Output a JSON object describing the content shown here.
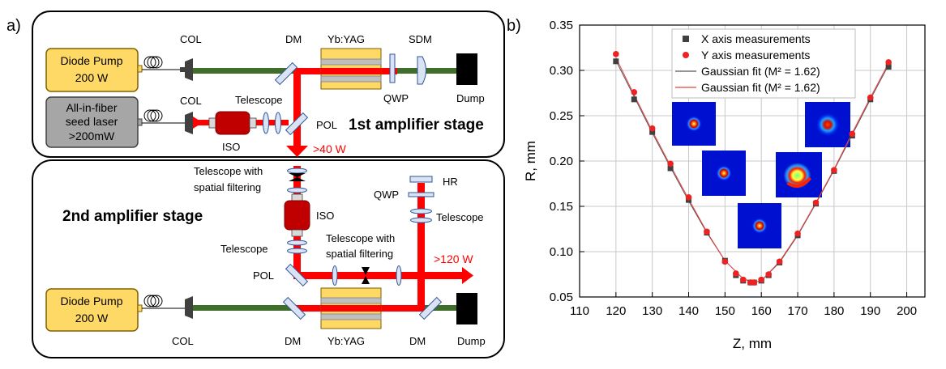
{
  "panel_a": {
    "label": "a)",
    "stage1_title": "1st amplifier stage",
    "stage2_title": "2nd amplifier stage",
    "pump1": {
      "line1": "Diode Pump",
      "line2": "200 W"
    },
    "pump2": {
      "line1": "Diode Pump",
      "line2": "200 W"
    },
    "seed": {
      "line1": "All-in-fiber",
      "line2": "seed laser",
      "line3": ">200mW"
    },
    "labels": {
      "col": "COL",
      "dm": "DM",
      "ybyag": "Yb:YAG",
      "sdm": "SDM",
      "qwp": "QWP",
      "dump": "Dump",
      "telescope": "Telescope",
      "pol": "POL",
      "iso": "ISO",
      "hr": "HR",
      "telescope_spatial_1": "Telescope with",
      "telescope_spatial_2": "spatial filtering"
    },
    "power_40": ">40 W",
    "power_120": ">120 W",
    "colors": {
      "beam_red": "#ff0000",
      "pump_green": "#3f6d2a",
      "pump_box": "#ffd966",
      "seed_box": "#a6a6a6",
      "iso_red": "#c00000",
      "crystal": "#ffd966",
      "optic_blue": "#dae3f3",
      "optic_stroke": "#2f5597"
    }
  },
  "panel_b": {
    "label": "b)",
    "insets": [
      {
        "spot": "round",
        "size": "small"
      },
      {
        "spot": "round",
        "size": "large"
      },
      {
        "spot": "round",
        "size": "small"
      },
      {
        "spot": "distorted",
        "size": "large"
      },
      {
        "spot": "round",
        "size": "small"
      }
    ]
  },
  "chart_data": {
    "type": "scatter",
    "xlabel": "Z, mm",
    "ylabel": "R, mm",
    "xlim": [
      110,
      205
    ],
    "ylim": [
      0.05,
      0.35
    ],
    "xticks": [
      "110",
      "120",
      "130",
      "140",
      "150",
      "160",
      "170",
      "180",
      "190",
      "200"
    ],
    "yticks": [
      "0.05",
      "0.10",
      "0.15",
      "0.20",
      "0.25",
      "0.30",
      "0.35"
    ],
    "grid": true,
    "legend_position": "top-center",
    "series": [
      {
        "name": "X axis measurements",
        "marker": "square",
        "color": "#404040",
        "x": [
          120,
          125,
          130,
          135,
          140,
          145,
          150,
          153,
          155,
          157,
          158,
          160,
          162,
          165,
          170,
          175,
          180,
          185,
          190,
          195
        ],
        "y": [
          0.31,
          0.268,
          0.232,
          0.192,
          0.157,
          0.121,
          0.09,
          0.074,
          0.068,
          0.066,
          0.066,
          0.068,
          0.074,
          0.088,
          0.118,
          0.153,
          0.189,
          0.228,
          0.268,
          0.304
        ]
      },
      {
        "name": "Y axis measurements",
        "marker": "circle",
        "color": "#ee2222",
        "x": [
          120,
          125,
          130,
          135,
          140,
          145,
          150,
          153,
          155,
          157,
          158,
          160,
          162,
          165,
          170,
          175,
          180,
          185,
          190,
          195
        ],
        "y": [
          0.318,
          0.276,
          0.236,
          0.197,
          0.16,
          0.122,
          0.089,
          0.076,
          0.069,
          0.066,
          0.066,
          0.069,
          0.075,
          0.089,
          0.12,
          0.154,
          0.19,
          0.23,
          0.27,
          0.309
        ]
      },
      {
        "name": "Gaussian fit (M² = 1.62)",
        "line": "solid",
        "color": "#555555",
        "x": [
          120,
          125,
          130,
          135,
          140,
          145,
          150,
          155,
          158,
          160,
          165,
          170,
          175,
          180,
          185,
          190,
          195
        ],
        "y": [
          0.311,
          0.271,
          0.231,
          0.193,
          0.156,
          0.121,
          0.09,
          0.07,
          0.066,
          0.068,
          0.088,
          0.118,
          0.153,
          0.19,
          0.229,
          0.268,
          0.306
        ]
      },
      {
        "name": "Gaussian fit (M² = 1.62)",
        "line": "solid",
        "color": "#e84040",
        "x": [
          120,
          125,
          130,
          135,
          140,
          145,
          150,
          155,
          158,
          160,
          165,
          170,
          175,
          180,
          185,
          190,
          195
        ],
        "y": [
          0.314,
          0.273,
          0.233,
          0.195,
          0.158,
          0.122,
          0.09,
          0.07,
          0.066,
          0.068,
          0.089,
          0.119,
          0.154,
          0.191,
          0.231,
          0.27,
          0.308
        ]
      }
    ]
  }
}
